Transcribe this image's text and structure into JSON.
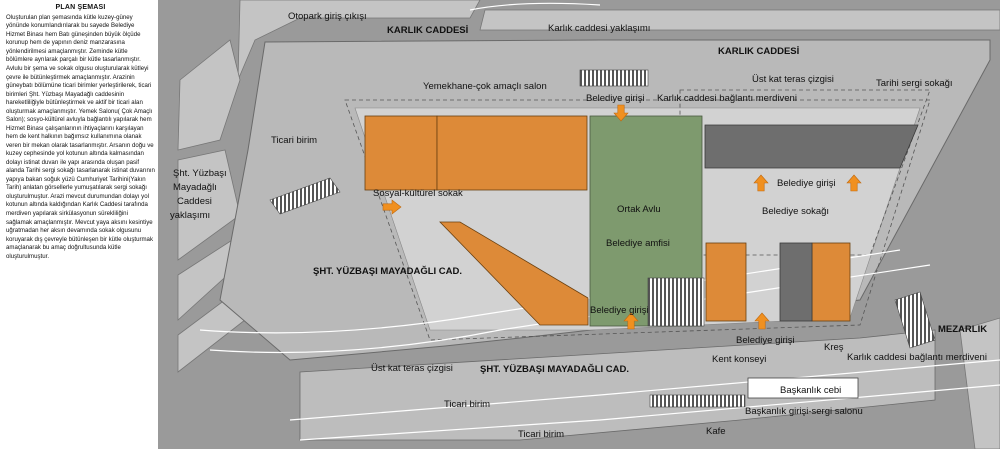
{
  "panel": {
    "title": "PLAN ŞEMASI",
    "body": "Oluşturulan plan şemasında kütle kuzey-güney yönünde konumlandırılarak bu sayede Belediye Hizmet Binası hem Batı güneşinden büyük ölçüde korunup hem de yapının deniz manzarasına yönlendirilmesi amaçlanmıştır. Zeminde kütle bölümlere ayrılarak parçalı bir kütle tasarlanmıştır. Avlulu bir şema ve sokak olgusu oluşturularak kütleyi çevre ile bütünleştirmek amaçlanmıştır. Arazinin güneybatı bölümüne ticari birimler yerleştirilerek, ticari birimleri Şht. Yüzbaşı Mayadağlı caddesinin hareketliliğiyle bütünleştirmek ve aktif bir ticari alan oluşturmak amaçlanmıştır. Yemek Salonu( Çok Amaçlı Salon); sosyo-kültürel avluyla bağlantılı yapılarak hem Hizmet Binası çalışanlarının ihtiyaçlarını karşılayan hem de kent halkının bağımsız kullanımına olanak veren bir mekan olarak tasarlanmıştır. Arsanın doğu ve kuzey cephesinde yol kotunun altında kalmasından dolayı istinat duvarı ile yapı arasında oluşan pasif alanda Tarihi sergi sokağı tasarlanarak istinat duvarının yapıya bakan soğuk yüzü Cumhuriyet Tarihini(Yakın Tarih) anlatan görsellerle yumuşatılarak sergi sokağı oluşturulmuştur. Arazi mevcut durumundan dolayı yol kotunun altında kaldığından Karlık Caddesi tarafında merdiven yapılarak sirkülasyonun sürekliliğini sağlamak amaçlanmıştır. Mevcut yaya aksını kesintiye uğratmadan her aksın devamında sokak olgusunu koruyarak dış çevreyle bütünleşen bir kütle oluşturmak amaçlanarak bu amaç doğrultusunda kütle oluşturulmuştur."
  },
  "labels": {
    "otopark": "Otopark giriş çıkışı",
    "karlik_cad_1": "KARLIK CADDESİ",
    "karlik_yaklasimi": "Karlık caddesi yaklaşımı",
    "karlik_cad_2": "KARLIK CADDESİ",
    "yemekhane": "Yemekhane-çok amaçlı salon",
    "ust_teras_1": "Üst kat teras çizgisi",
    "tarihi_sergi": "Tarihi sergi sokağı",
    "belediye_girisi_top": "Belediye girişi",
    "karlik_merdiven_top": "Karlık caddesi bağlantı merdiveni",
    "ticari_1": "Ticari birim",
    "yuzbasi_1": "Şht. Yüzbaşı",
    "yuzbasi_2": "Mayadağlı",
    "yuzbasi_3": "Caddesi",
    "yuzbasi_4": "yaklaşımı",
    "sosyal_kulturel": "Sosyal-kültürel sokak",
    "ortak_avlu": "Ortak Avlu",
    "belediye_girisi_mid": "Belediye girişi",
    "belediye_sokagi": "Belediye sokağı",
    "belediye_amfisi": "Belediye amfisi",
    "sht_yuzbasi_cad_1": "ŞHT. YÜZBAŞI MAYADAĞLI CAD.",
    "belediye_girisi_low": "Belediye girişi",
    "belediye_girisi_right": "Belediye girişi",
    "kres": "Kreş",
    "kent_konseyi": "Kent konseyi",
    "mezarlik": "MEZARLIK",
    "karlik_merdiven_bottom": "Karlık caddesi bağlantı merdiveni",
    "ust_teras_2": "Üst kat teras çizgisi",
    "sht_yuzbasi_cad_2": "ŞHT. YÜZBAŞI MAYADAĞLI CAD.",
    "baskanlik_cebi": "Başkanlık cebi",
    "ticari_2": "Ticari birim",
    "baskanlik_girisi": "Başkanlık girişi-sergi salonu",
    "ticari_3": "Ticari birim",
    "kafe": "Kafe"
  },
  "colors": {
    "road": "#9a9a9a",
    "site": "#b9b9b9",
    "plaza": "#d2d2d2",
    "orange": "#dd8a38",
    "courtyard": "#7e9a6e",
    "dark": "#6e6e6e",
    "arrow": "#f09020"
  }
}
